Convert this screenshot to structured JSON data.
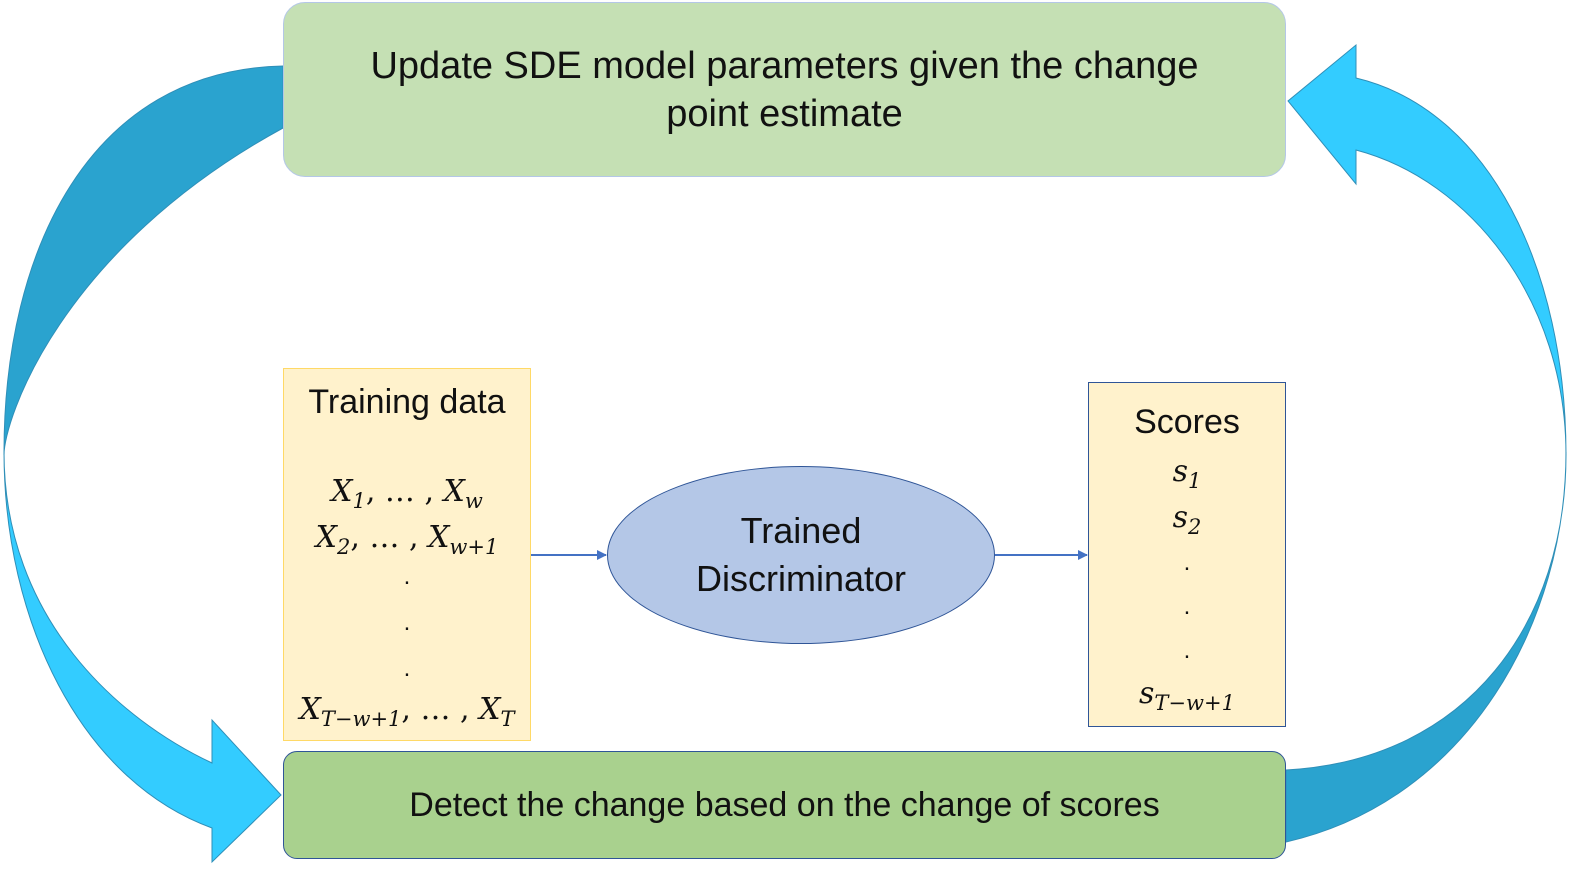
{
  "top_box": {
    "line1": "Update SDE model parameters given the change",
    "line2": "point estimate"
  },
  "bottom_box": {
    "text": "Detect the change based on the change of scores"
  },
  "training_data": {
    "title": "Training data",
    "rows": [
      {
        "a": "X",
        "a_sub": "1",
        "sep": ", … , ",
        "b": "X",
        "b_sub": "w"
      },
      {
        "a": "X",
        "a_sub": "2",
        "sep": ", … , ",
        "b": "X",
        "b_sub": "w+1"
      },
      {
        "a": "X",
        "a_sub": "T−w+1",
        "sep": ", … , ",
        "b": "X",
        "b_sub": "T"
      }
    ],
    "ellipsis_dots": [
      ".",
      ".",
      "."
    ]
  },
  "discriminator": {
    "line1": "Trained",
    "line2": "Discriminator"
  },
  "scores": {
    "title": "Scores",
    "items": [
      {
        "sym": "s",
        "sub": "1"
      },
      {
        "sym": "s",
        "sub": "2"
      },
      {
        "sym": "s",
        "sub": "T−w+1"
      }
    ],
    "ellipsis_dots": [
      ".",
      ".",
      "."
    ]
  },
  "colors": {
    "top_box_fill": "#c5e0b4",
    "bottom_box_fill": "#a9d18e",
    "data_box_fill": "#fff2cc",
    "ellipse_fill": "#b4c7e7",
    "connector": "#4472c4",
    "cycle_arrow_light": "#33ccff",
    "cycle_arrow_dark": "#2aa3cf"
  },
  "icons": [
    "cycle-arrow-left",
    "cycle-arrow-right",
    "connector-arrow"
  ]
}
